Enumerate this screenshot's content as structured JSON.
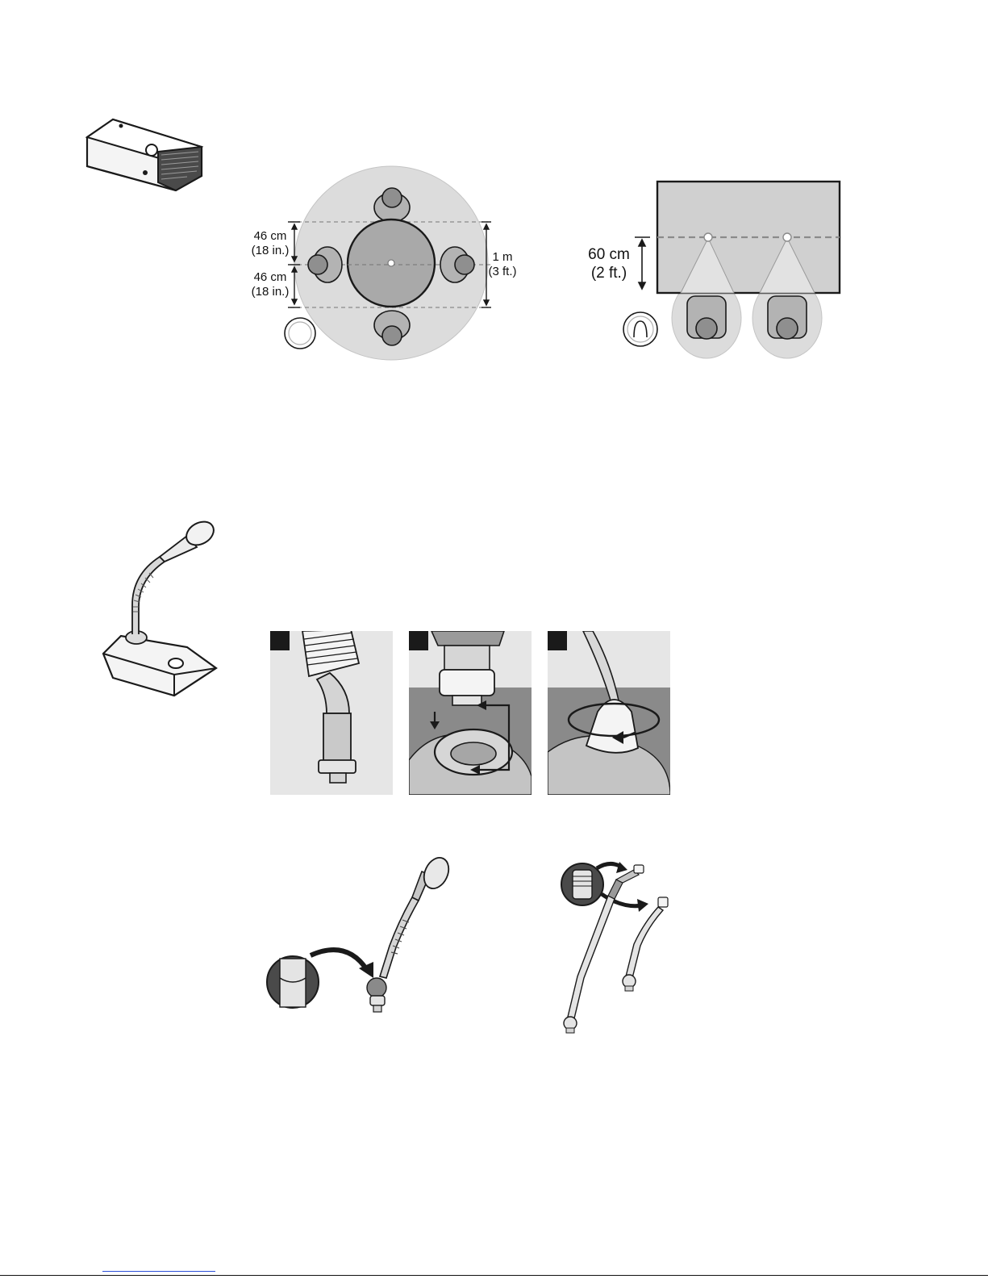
{
  "diagrams": {
    "round_table": {
      "upper_spacing": {
        "metric": "46 cm",
        "imperial": "(18 in.)"
      },
      "lower_spacing": {
        "metric": "46 cm",
        "imperial": "(18 in.)"
      },
      "coverage": {
        "metric": "1 m",
        "imperial": "(3 ft.)"
      }
    },
    "rect_table": {
      "distance": {
        "metric": "60 cm",
        "imperial": "(2 ft.)"
      }
    },
    "install_steps": {
      "step_1": "",
      "step_2": "",
      "step_3": ""
    }
  },
  "colors": {
    "fill_light": "#e6e6e6",
    "fill_mid": "#cfcfcf",
    "fill_table": "#b8b8b8",
    "fill_dark": "#8a8a8a",
    "ink": "#1a1a1a",
    "link": "#2b4fd8"
  },
  "icons": [
    "boundary-microphone-icon",
    "desktop-microphone-base-icon",
    "gooseneck-microphone-icon",
    "omnidirectional-pattern-icon",
    "cardioid-pattern-icon"
  ]
}
